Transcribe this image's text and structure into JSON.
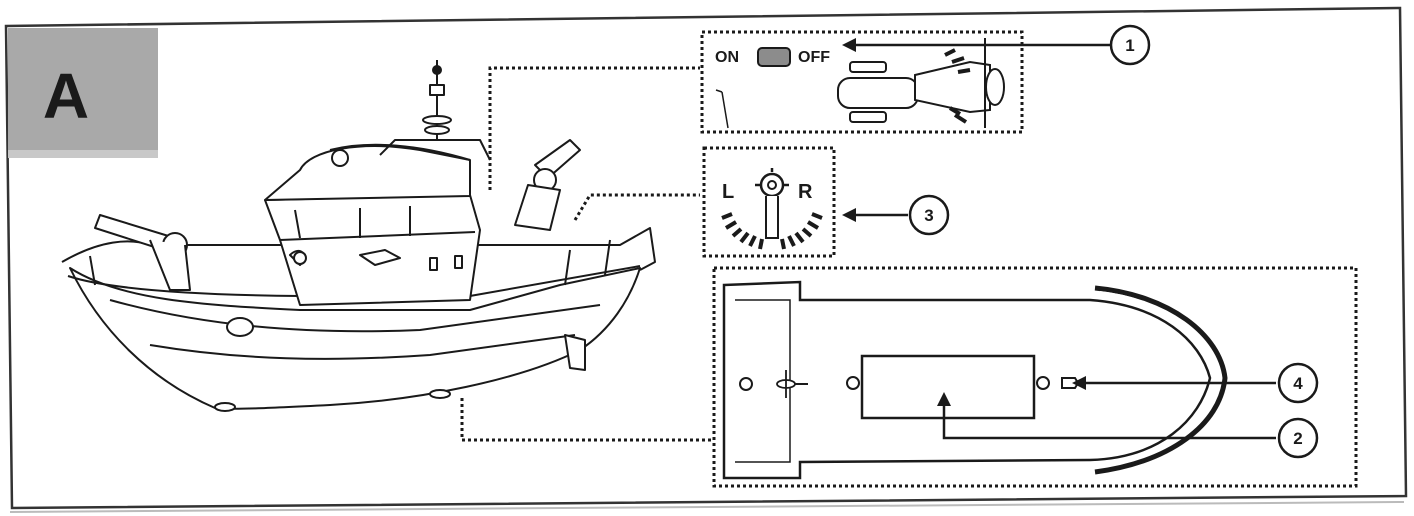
{
  "panel": {
    "letter": "A"
  },
  "switch": {
    "on_label": "ON",
    "off_label": "OFF"
  },
  "rudder": {
    "left_label": "L",
    "right_label": "R"
  },
  "callouts": [
    {
      "number": "1"
    },
    {
      "number": "2"
    },
    {
      "number": "3"
    },
    {
      "number": "4"
    }
  ],
  "colors": {
    "panel_badge": "#a9a9a9",
    "switch_slider": "#8c8c8c",
    "line": "#1a1a1a",
    "frame": "#333333"
  }
}
